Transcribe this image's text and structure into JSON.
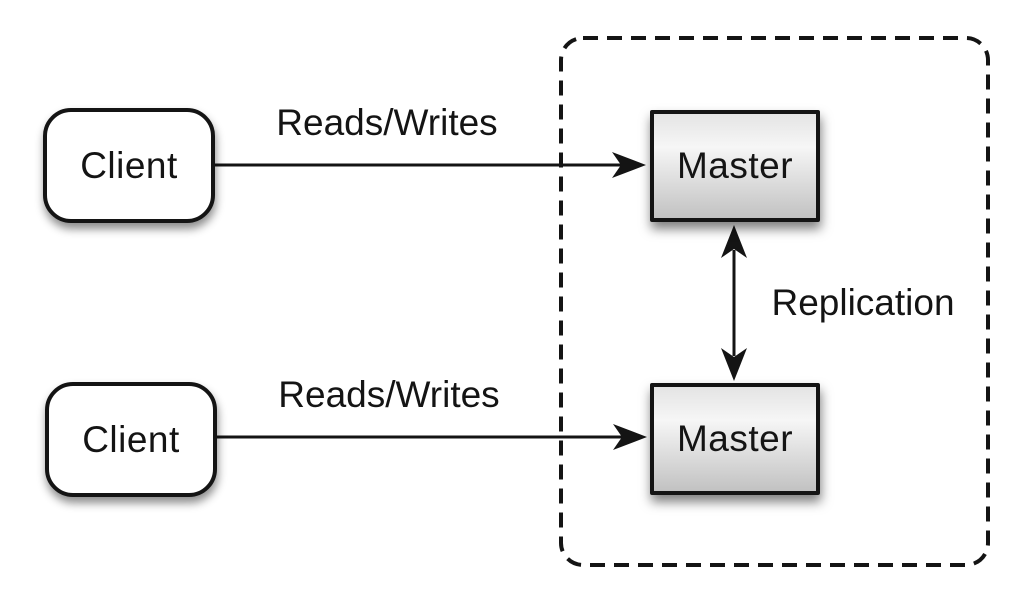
{
  "diagram": {
    "type": "architecture-diagram",
    "nodes": {
      "clients": [
        {
          "label": "Client"
        },
        {
          "label": "Client"
        }
      ],
      "masters": [
        {
          "label": "Master"
        },
        {
          "label": "Master"
        }
      ]
    },
    "edges": {
      "reads_writes_top": {
        "label": "Reads/Writes"
      },
      "reads_writes_bottom": {
        "label": "Reads/Writes"
      },
      "replication": {
        "label": "Replication"
      }
    },
    "colors": {
      "line": "#141414",
      "text": "#141414",
      "background": "#ffffff",
      "client_fill": "#ffffff",
      "master_fill_top": "#e4e4e4",
      "master_fill_mid": "#f6f6f6",
      "master_fill_bottom": "#c2c2c2"
    }
  }
}
